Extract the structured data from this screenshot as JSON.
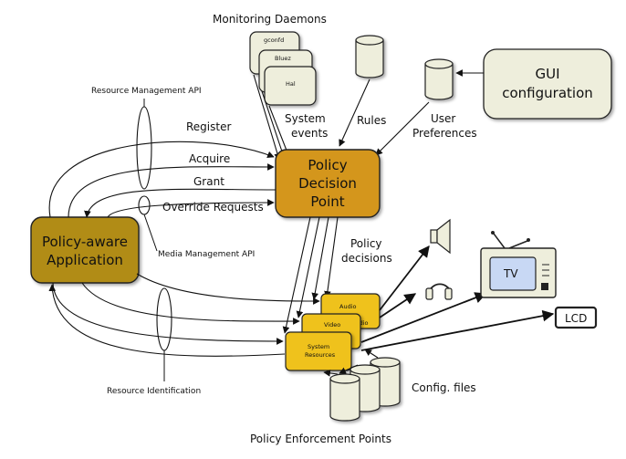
{
  "title_monitoring": "Monitoring Daemons",
  "daemons": [
    "gconfd",
    "Bluez",
    "Hal"
  ],
  "system_events": [
    "System",
    "events"
  ],
  "rules": "Rules",
  "user_prefs": [
    "User",
    "Preferences"
  ],
  "gui_config": [
    "GUI",
    "configuration"
  ],
  "pdp": [
    "Policy",
    "Decision",
    "Point"
  ],
  "app": [
    "Policy-aware",
    "Application"
  ],
  "apis": {
    "resource_mgmt": "Resource Management API",
    "media_mgmt": "Media Management API",
    "resource_id": "Resource Identification"
  },
  "messages": {
    "register": "Register",
    "acquire": "Acquire",
    "grant": "Grant",
    "override": "Override Requests"
  },
  "policy_decisions": [
    "Policy",
    "decisions"
  ],
  "pep_boxes": {
    "audio": "Audio",
    "video": "Video",
    "audio2": "Audio",
    "system": [
      "System",
      "Resources"
    ]
  },
  "tv": "TV",
  "lcd": "LCD",
  "config_files": "Config. files",
  "footer": "Policy Enforcement Points",
  "colors": {
    "pdp_fill": "#d4961e",
    "app_fill": "#b18c17",
    "pep_fill": "#efc21c",
    "light_fill": "#eeeedc",
    "stroke": "#222222"
  },
  "icons": [
    "speaker-icon",
    "headphones-icon",
    "tv-icon",
    "lcd-icon",
    "database-icon"
  ]
}
